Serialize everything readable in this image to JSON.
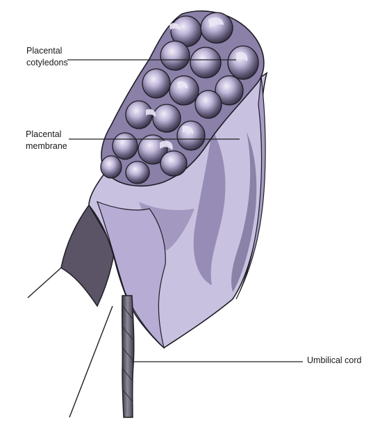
{
  "labels": {
    "cotyledons": {
      "line1": "Placental",
      "line2": "cotyledons"
    },
    "membrane": {
      "line1": "Placental",
      "line2": "membrane"
    },
    "cord": "Umbilical cord"
  },
  "colors": {
    "membrane_light": "#c9c1e0",
    "membrane_mid": "#9a8fb8",
    "membrane_dark": "#5a5370",
    "cotyledon_fill": "#7f769b",
    "cotyledon_highlight": "#e6e0f2",
    "cotyledon_shadow": "#3a3548",
    "outline": "#1e1c25",
    "leader_line": "#222222"
  }
}
